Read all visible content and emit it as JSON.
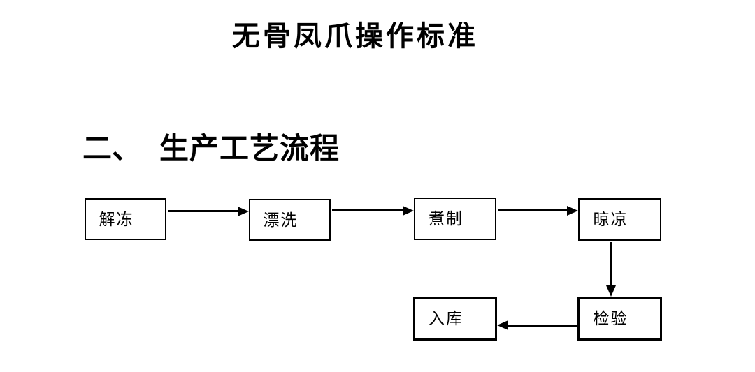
{
  "document": {
    "title": "无骨凤爪操作标准",
    "section_number": "二、",
    "section_title": "生产工艺流程"
  },
  "flowchart": {
    "type": "flowchart",
    "nodes": [
      {
        "id": "thaw",
        "label": "解冻"
      },
      {
        "id": "rinse",
        "label": "漂洗"
      },
      {
        "id": "boil",
        "label": "煮制"
      },
      {
        "id": "cool",
        "label": "晾凉"
      },
      {
        "id": "inspect",
        "label": "检验"
      },
      {
        "id": "warehouse",
        "label": "入库"
      }
    ],
    "edges": [
      {
        "from": "解冻",
        "to": "漂洗",
        "direction": "right"
      },
      {
        "from": "漂洗",
        "to": "煮制",
        "direction": "right"
      },
      {
        "from": "煮制",
        "to": "晾凉",
        "direction": "right"
      },
      {
        "from": "晾凉",
        "to": "检验",
        "direction": "down"
      },
      {
        "from": "检验",
        "to": "入库",
        "direction": "left"
      }
    ],
    "colors": {
      "line": "#000000",
      "box_border": "#000000",
      "text": "#000000",
      "background": "#ffffff"
    }
  }
}
